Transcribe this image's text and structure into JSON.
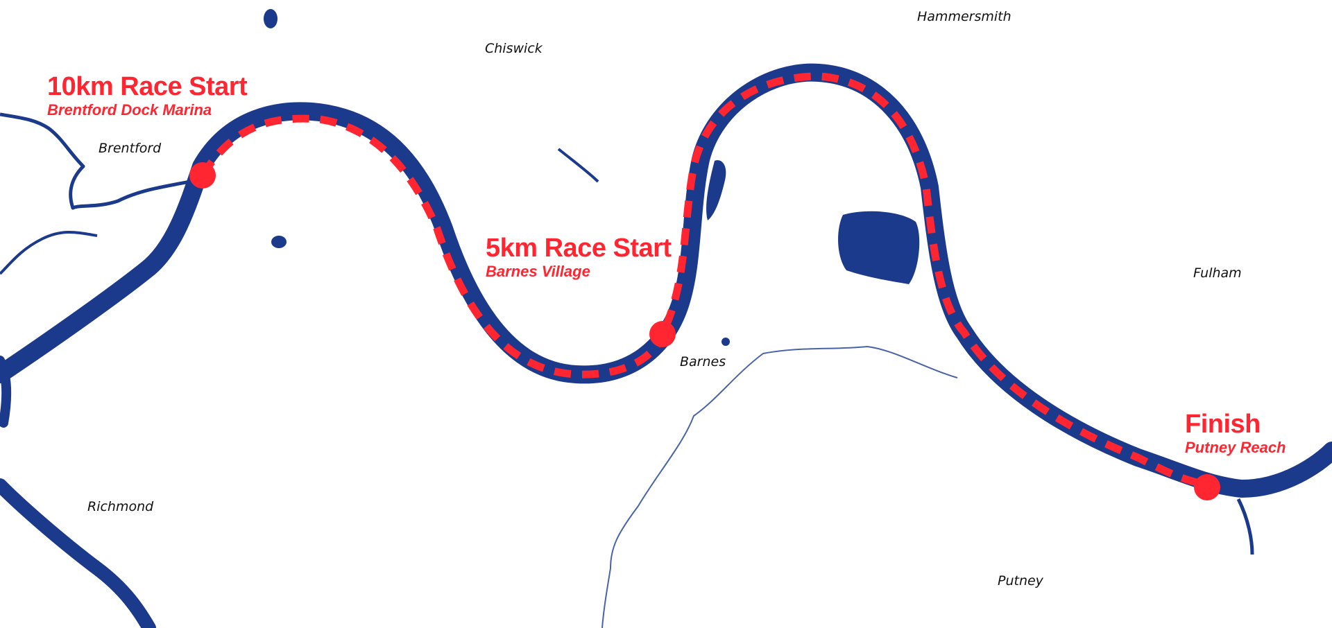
{
  "colors": {
    "river": "#1c3a8c",
    "route": "#ff2631",
    "boundary": "#4a62a8",
    "background": "#ffffff"
  },
  "places": {
    "hammersmith": "Hammersmith",
    "chiswick": "Chiswick",
    "brentford": "Brentford",
    "fulham": "Fulham",
    "barnes": "Barnes",
    "richmond": "Richmond",
    "putney": "Putney"
  },
  "markers": {
    "start_10km": {
      "title": "10km Race Start",
      "subtitle": "Brentford Dock Marina"
    },
    "start_5km": {
      "title": "5km Race Start",
      "subtitle": "Barnes Village"
    },
    "finish": {
      "title": "Finish",
      "subtitle": "Putney Reach"
    }
  }
}
